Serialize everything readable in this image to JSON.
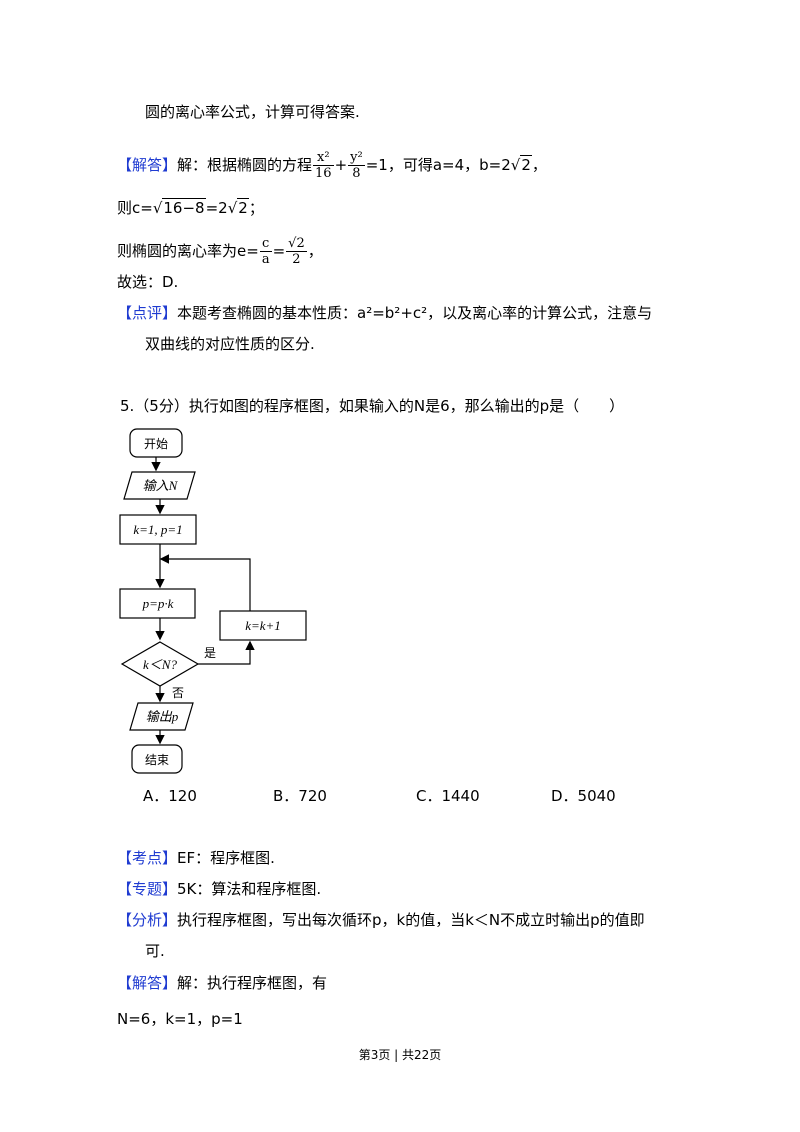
{
  "lines": {
    "l1": "圆的离心率公式，计算可得答案.",
    "jieda_tag": "【解答】",
    "l2_a": "解：根据椭圆的方程",
    "l2_frac1_num": "x²",
    "l2_frac1_den": "16",
    "l2_plus": "+",
    "l2_frac2_num": "y²",
    "l2_frac2_den": "8",
    "l2_b": "=1，可得a=4，b=2",
    "l2_sqrt_arg": "2",
    "l2_c": "，",
    "l3_a": "则c=",
    "l3_sqrt_arg": "16−8",
    "l3_b": "=2",
    "l3_sqrt2_arg": "2",
    "l3_c": "；",
    "l4_a": "则椭圆的离心率为e=",
    "l4_frac1_num": "c",
    "l4_frac1_den": "a",
    "l4_eq": "=",
    "l4_frac2_num": "√2",
    "l4_frac2_den": "2",
    "l4_c": "，",
    "l5": "故选：D.",
    "dianping_tag": "【点评】",
    "l6": "本题考查椭圆的基本性质：a²=b²+c²，以及离心率的计算公式，注意与",
    "l7": "双曲线的对应性质的区分.",
    "q5": "5.（5分）执行如图的程序框图，如果输入的N是6，那么输出的p是（　　）"
  },
  "flowchart": {
    "start": "开始",
    "input": "输入N",
    "init": "k=1, p=1",
    "update_p": "p=p·k",
    "update_k": "k=k+1",
    "condition": "k＜N?",
    "yes": "是",
    "no": "否",
    "output": "输出p",
    "end": "结束"
  },
  "choices": {
    "a": "A．120",
    "b": "B．720",
    "c": "C．1440",
    "d": "D．5040"
  },
  "analysis": {
    "kaodian_tag": "【考点】",
    "kaodian": "EF：程序框图.",
    "zhuanti_tag": "【专题】",
    "zhuanti": "5K：算法和程序框图.",
    "fenxi_tag": "【分析】",
    "fenxi_1": "执行程序框图，写出每次循环p，k的值，当k＜N不成立时输出p的值即",
    "fenxi_2": "可.",
    "jieda_tag": "【解答】",
    "jieda": "解：执行程序框图，有",
    "last": "N=6，k=1，p=1"
  },
  "footer": "第3页 | 共22页"
}
